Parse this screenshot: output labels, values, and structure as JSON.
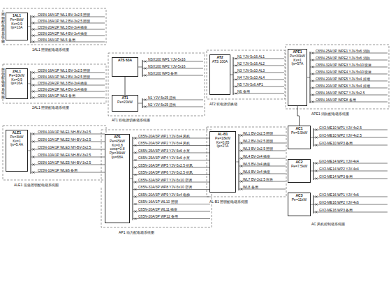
{
  "diagram": {
    "nodes": [
      {
        "text": [
          "1AL1",
          "Pe=8kW Kx=0.9 Ijs=13A"
        ]
      },
      {
        "text": [
          "2AL1",
          "Pe=10kW Kx=0.9 Ijs=16A"
        ]
      },
      {
        "text": [
          "ALE1",
          "Pe=3kW Kx=1 Ijs=5.4A"
        ]
      },
      {
        "text": [
          "ATS 63A"
        ]
      },
      {
        "text": [
          "AT1",
          "Pe=20kW"
        ]
      },
      {
        "text": [
          "AP1",
          "Pe=45kW Kx=0.8 cosφ=0.8 Pjs=36kW Ijs=68A"
        ]
      },
      {
        "text": [
          "AT2",
          "ATS 100A"
        ]
      },
      {
        "text": [
          "AL-B1",
          "Pe=18kW Kx=0.85 Ijs=27A"
        ]
      },
      {
        "text": [
          "APE1",
          "Pe=30kW Kx=1 Ijs=57A"
        ]
      },
      {
        "text": [
          "AC1",
          "Pe=5.5kW"
        ]
      },
      {
        "text": [
          "AC2",
          "Pe=7.5kW"
        ]
      },
      {
        "text": [
          "AC3",
          "Pe=11kW"
        ]
      }
    ],
    "edges": [
      {
        "from": 3,
        "to": 4,
        "arrow": "none"
      },
      {
        "from": 8,
        "to": 9,
        "arrow": "none"
      }
    ],
    "labels": [
      "C65N-16A/1P WL1 BV-3x2.5 照明",
      "C65N-16A/1P WL2 BV-3x2.5 照明",
      "C65N-20A/2P WL3 BV-3x4 插座",
      "C65N-20A/2P WL4 BV-3x4 插座",
      "C65N-16A/1P WL5 备用",
      "C65N-16A/1P WL1 BV-3x2.5 照明",
      "C65N-16A/1P WL2 BV-3x2.5 照明",
      "C65N-20A/2P WL3 BV-3x4 插座",
      "C65N-20A/2P WL4 BV-3x4 插座",
      "C65N-16A/1P WL5 备用",
      "C65N-10A/1P WLE1 NH-BV-3x2.5",
      "C65N-10A/1P WLE2 NH-BV-3x2.5",
      "C65N-10A/1P WLE3 NH-BV-3x2.5",
      "C65N-10A/1P WLE4 NH-BV-3x2.5",
      "C65N-10A/1P WLE5 NH-BV-3x2.5",
      "C65N-10A/1P WLE6 备用",
      "NSX100 WP1 YJV-5x16",
      "NSX100 WP2 YJV-5x16",
      "NSX100 WP3 备用",
      "N1 YJV-5x25 进线",
      "N2 YJV-5x25 进线",
      "C65N-20A/3P WP1 YJV-5x4 风机",
      "C65N-20A/3P WP2 YJV-5x4 风机",
      "C65N-25A/3P WP3 YJV-5x6 水泵",
      "C65N-25A/3P WP4 YJV-5x6 水泵",
      "C65N-16A/3P WP5 YJV-5x2.5 排风",
      "C65N-16A/3P WP6 YJV-5x2.5 排风",
      "C65N-32A/3P WP7 YJV-5x10 空调",
      "C65N-32A/3P WP8 YJV-5x10 空调",
      "C65N-20A/3P WP9 YJV-5x4 电梯",
      "C65N-16A/1P WL10 照明",
      "C65N-20A/2P WL11 插座",
      "C65N-20A/3P WP12 备用",
      "N1 YJV-5x16 AL1",
      "N2 YJV-5x16 AL2",
      "N3 YJV-5x10 AL3",
      "N4 YJV-5x10 AL4",
      "N5 YJV-5x6 AP1",
      "N6 备用",
      "WL1 BV-3x2.5 照明",
      "WL2 BV-3x2.5 照明",
      "WL3 BV-3x2.5 照明",
      "WL4 BV-3x4 插座",
      "WL5 BV-3x4 插座",
      "WL6 BV-3x4 插座",
      "WL7 BV-3x2.5 应急",
      "WL8 备用",
      "C65N-25A/3P WPE1 YJV-5x6 消防",
      "C65N-25A/3P WPE2 YJV-5x6 消防",
      "C65N-32A/3P WPE3 YJV-5x10 喷淋",
      "C65N-32A/3P WPE4 YJV-5x10 喷淋",
      "C65N-20A/3P WPE5 YJV-5x4 排烟",
      "C65N-20A/3P WPE6 YJV-5x4 排烟",
      "C65N-16A/3P WPE7 YJV-5x2.5",
      "C65N-16A/3P WPE8 备用",
      "GV2-ME10 WP1 YJV-4x2.5",
      "GV2-ME10 WP2 YJV-4x2.5",
      "GV2-ME10 WP3 备用",
      "GV2-ME14 WP1 YJV-4x4",
      "GV2-ME14 WP2 YJV-4x4",
      "GV2-ME14 WP3 备用",
      "GV2-ME16 WP1 YJV-4x6",
      "GV2-ME16 WP2 YJV-4x6",
      "GV2-ME16 WP3 备用",
      "照明配电箱系统图",
      "照明配电箱系统图",
      "1AL1 照明配电箱系统图",
      "2AL1 照明配电箱系统图",
      "ALE1 应急照明配电箱系统图",
      "AT1 双电源切换箱系统图",
      "AP1 动力配电箱系统图",
      "AT2 双电源切换箱",
      "AL-B1 照明配电箱系统图",
      "APE1 消防配电箱系统图",
      "AC 风机控制箱系统图"
    ]
  }
}
